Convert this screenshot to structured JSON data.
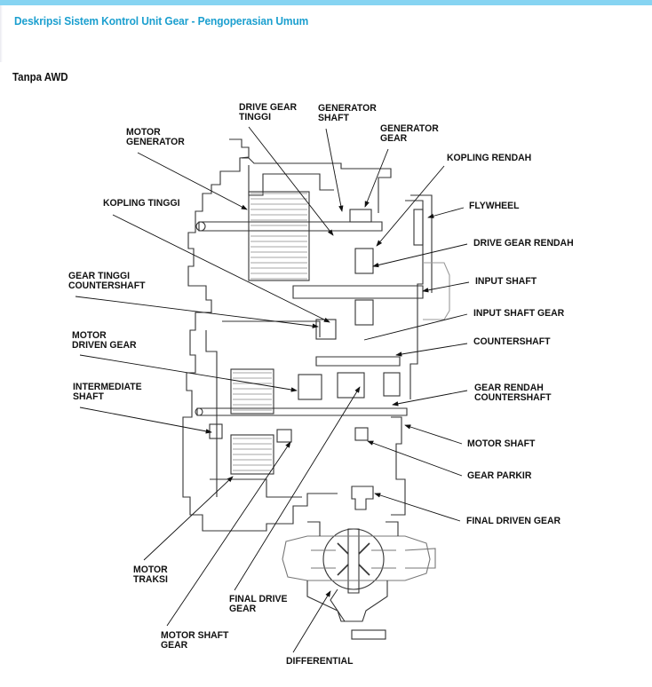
{
  "header": {
    "title": "Deskripsi Sistem Kontrol Unit Gear - Pengoperasian Umum",
    "accent_color": "#1b9fcf",
    "topbar_color": "#86d4f2"
  },
  "section": {
    "title": "Tanpa AWD"
  },
  "diagram": {
    "description": "Cross-section of gear unit (transmission) without AWD",
    "labels": {
      "drive_gear_tinggi": "DRIVE GEAR\nTINGGI",
      "generator_shaft": "GENERATOR\nSHAFT",
      "generator_gear": "GENERATOR\nGEAR",
      "motor_generator": "MOTOR\nGENERATOR",
      "kopling_rendah": "KOPLING RENDAH",
      "kopling_tinggi": "KOPLING TINGGI",
      "flywheel": "FLYWHEEL",
      "drive_gear_rendah": "DRIVE GEAR RENDAH",
      "gear_tinggi_countershaft": "GEAR TINGGI\nCOUNTERSHAFT",
      "input_shaft": "INPUT SHAFT",
      "input_shaft_gear": "INPUT SHAFT GEAR",
      "motor_driven_gear": "MOTOR\nDRIVEN GEAR",
      "countershaft": "COUNTERSHAFT",
      "intermediate_shaft": "INTERMEDIATE\nSHAFT",
      "gear_rendah_countershaft": "GEAR RENDAH\nCOUNTERSHAFT",
      "motor_shaft": "MOTOR SHAFT",
      "gear_parkir": "GEAR PARKIR",
      "final_driven_gear": "FINAL DRIVEN GEAR",
      "motor_traksi": "MOTOR\nTRAKSI",
      "final_drive_gear": "FINAL DRIVE\nGEAR",
      "motor_shaft_gear": "MOTOR SHAFT\nGEAR",
      "differential": "DIFFERENTIAL"
    }
  }
}
